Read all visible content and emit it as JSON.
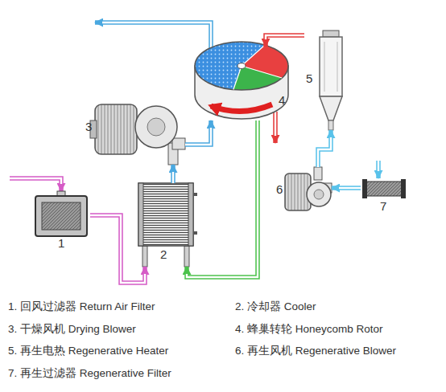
{
  "diagram": {
    "nodes": [
      {
        "text": [
          "1"
        ]
      },
      {
        "text": [
          "2"
        ]
      },
      {
        "text": [
          "3"
        ]
      },
      {
        "text": [
          "4"
        ]
      },
      {
        "text": [
          "5"
        ]
      },
      {
        "text": [
          "6"
        ]
      },
      {
        "text": [
          "7"
        ]
      }
    ],
    "edges": [
      {
        "from": 0,
        "to": 1,
        "arrow": "to"
      },
      {
        "from": 1,
        "to": 2,
        "arrow": "to"
      },
      {
        "from": 2,
        "to": 3,
        "arrow": "to"
      },
      {
        "from": 3,
        "to": 1,
        "arrow": "to"
      },
      {
        "from": 6,
        "to": 5,
        "arrow": "to"
      },
      {
        "from": 5,
        "to": 4,
        "arrow": "to"
      },
      {
        "from": 4,
        "to": 3,
        "arrow": "to"
      }
    ],
    "labels": [
      "1. 回风过滤器 Return Air Filter",
      "2. 冷却器 Cooler",
      "3. 干燥风机 Drying Blower",
      "4. 蜂巢转轮 Honeycomb Rotor",
      "5. 再生电热 Regenerative Heater",
      "6. 再生风机 Regenerative Blower",
      "7. 再生过滤器 Regenerative Filter"
    ]
  }
}
